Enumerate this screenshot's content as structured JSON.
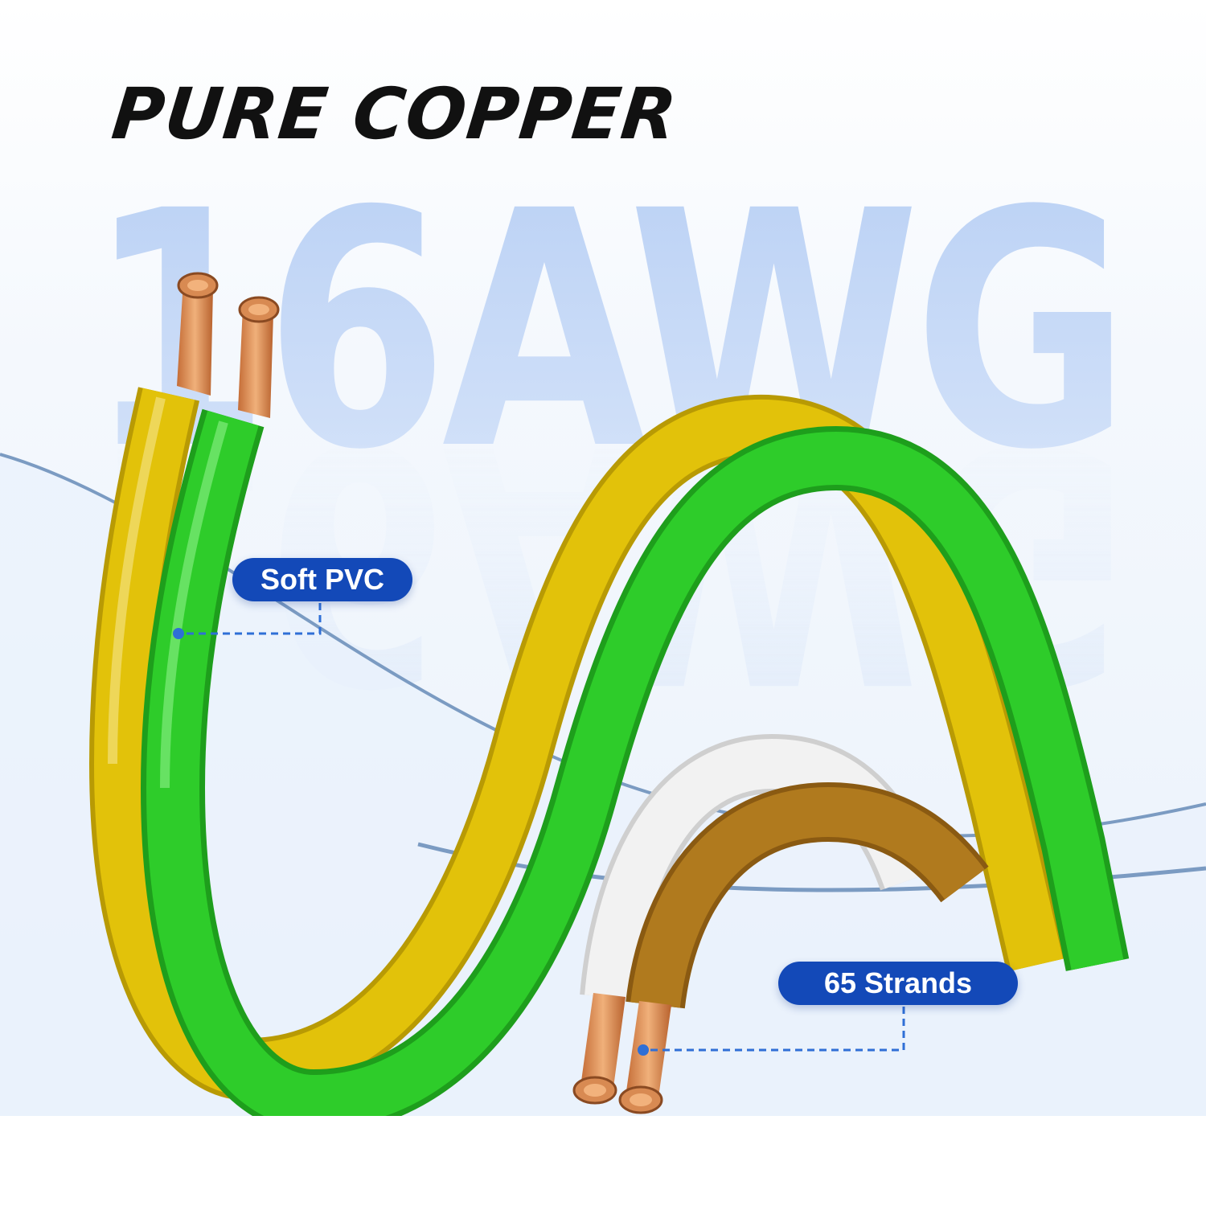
{
  "headline": "PURE COPPER",
  "watermark": "16AWG",
  "callouts": {
    "insulation": "Soft PVC",
    "strands": "65 Strands"
  },
  "colors": {
    "callout_bg": "#1349b8",
    "watermark": "#c2d6f6",
    "wire_yellow": "#e2c20a",
    "wire_green": "#2ecc2a",
    "wire_white": "#ededed",
    "wire_brown": "#b07a1e",
    "copper": "#d88a52",
    "curve_line": "#7b9bc2"
  }
}
